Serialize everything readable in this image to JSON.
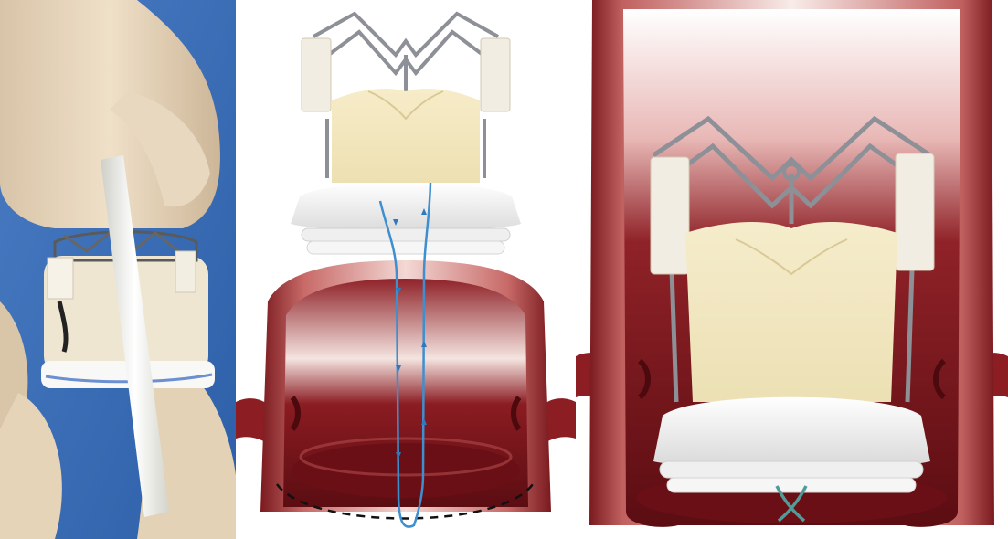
{
  "figure": {
    "panels": [
      {
        "id": "photo",
        "content": "photograph"
      },
      {
        "id": "schematic-suture",
        "content": "illustration"
      },
      {
        "id": "schematic-implanted",
        "content": "illustration"
      }
    ]
  }
}
